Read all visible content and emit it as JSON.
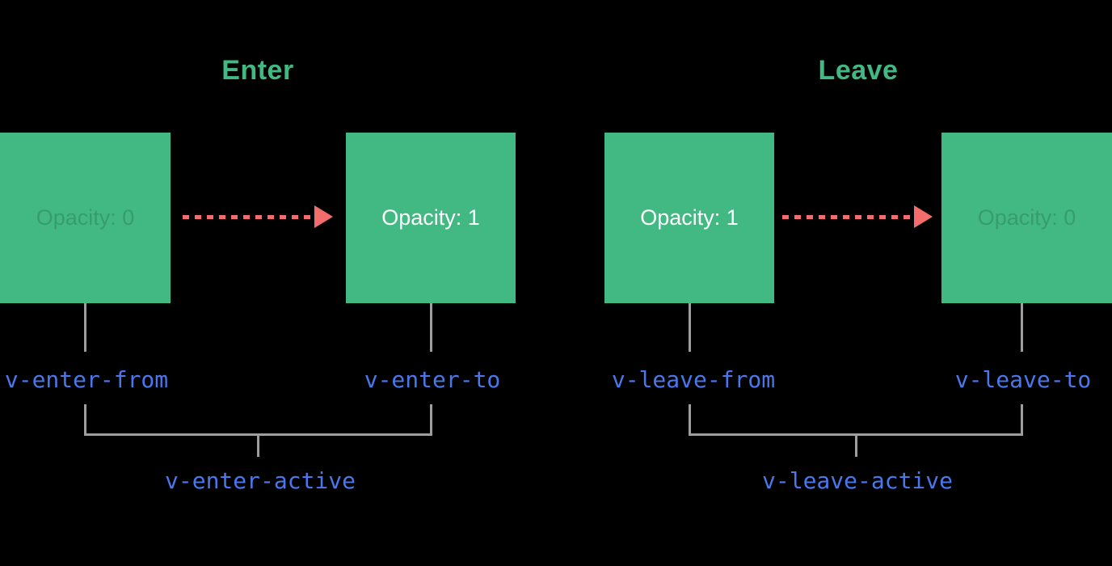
{
  "colors": {
    "background": "#000000",
    "green": "#42b983",
    "blue": "#4a77ec",
    "red": "#f56c6c",
    "gray": "#9e9e9e",
    "white": "#ffffff"
  },
  "enter": {
    "title": "Enter",
    "from_box": {
      "label": "Opacity: 0"
    },
    "to_box": {
      "label": "Opacity: 1"
    },
    "from_class": "v-enter-from",
    "to_class": "v-enter-to",
    "active_class": "v-enter-active"
  },
  "leave": {
    "title": "Leave",
    "from_box": {
      "label": "Opacity: 1"
    },
    "to_box": {
      "label": "Opacity: 0"
    },
    "from_class": "v-leave-from",
    "to_class": "v-leave-to",
    "active_class": "v-leave-active"
  }
}
